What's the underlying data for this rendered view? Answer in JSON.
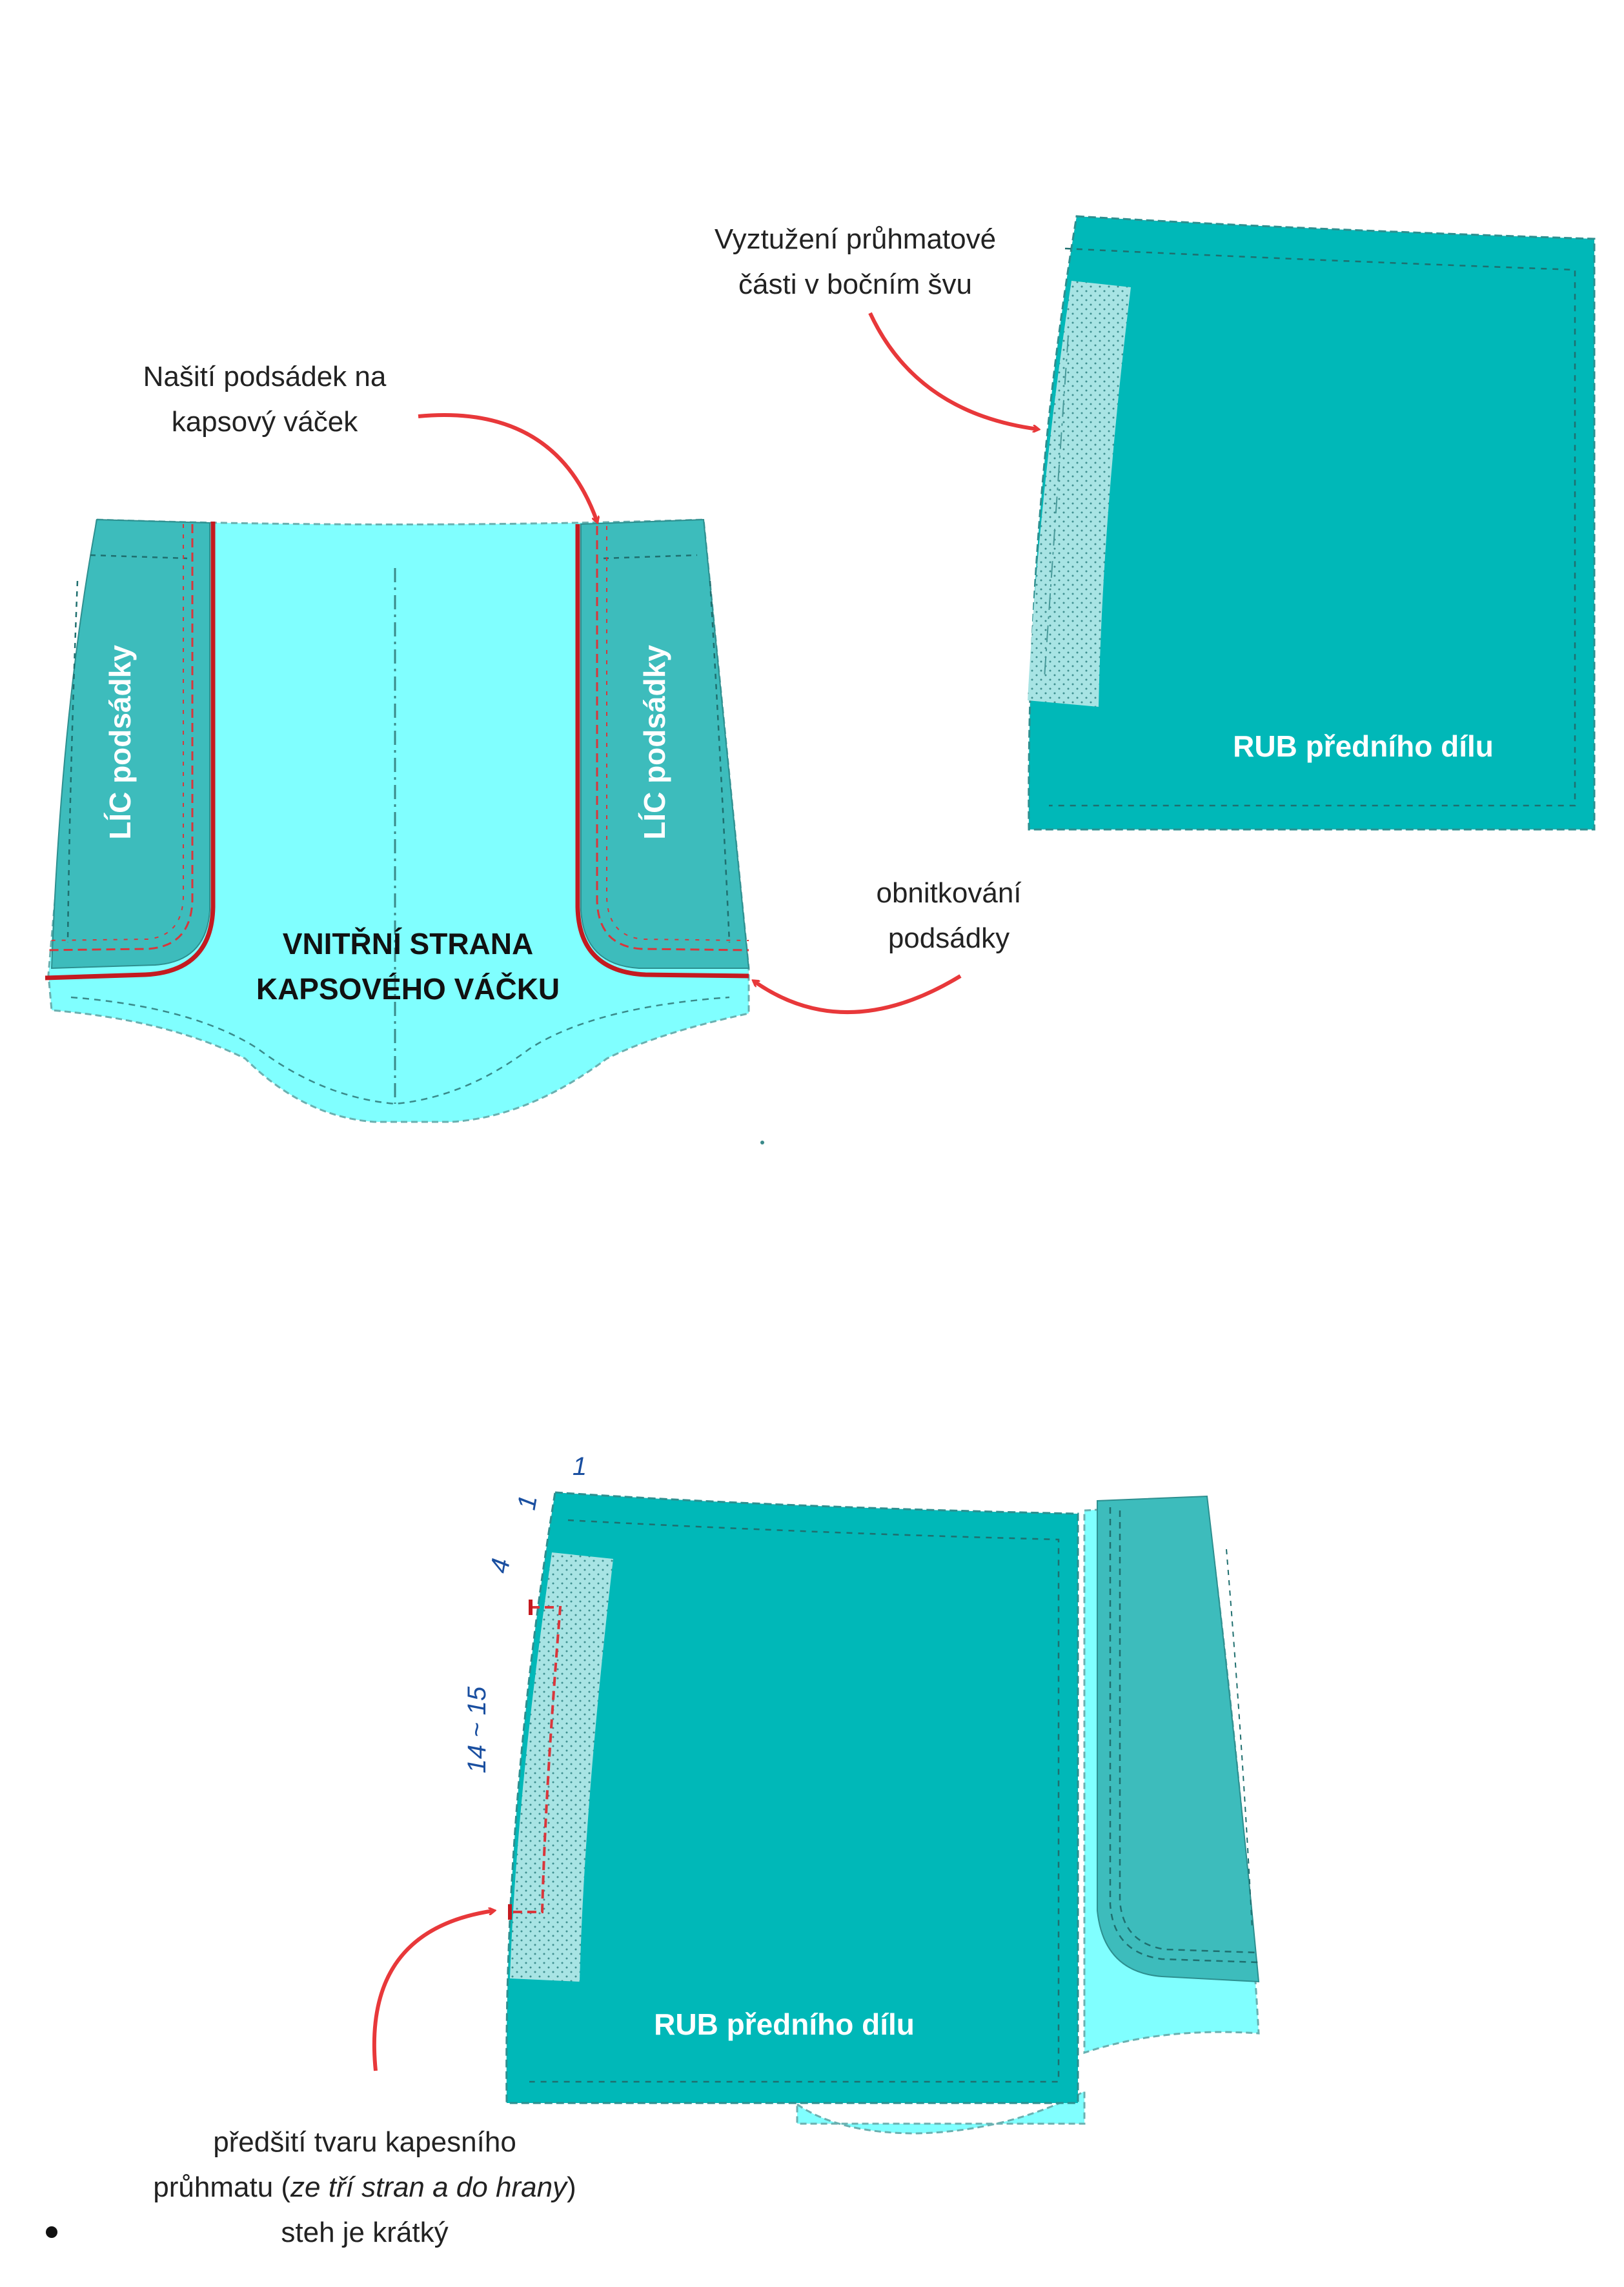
{
  "labels": {
    "nasiti": [
      "Našití podsádek na",
      "kapsový váček"
    ],
    "vyztuzeni": [
      "Vyztužení průhmatové",
      "části v bočním švu"
    ],
    "obnitkovani": [
      "obnitkování",
      "podsádky"
    ],
    "lic_podsadky": "LÍC  podsádky",
    "vnitrni": [
      "VNITŘNÍ STRANA",
      "KAPSOVÉHO VÁČKU"
    ],
    "rub_top": "RUB předního dílu",
    "rub_bottom": "RUB předního dílu",
    "predsiti": [
      "předšití tvaru kapesního",
      "průhmatu (",
      "ze tří stran a do hrany",
      ")",
      "steh je krátký"
    ]
  },
  "measurements": [
    "1",
    "1",
    "4",
    "14 ~ 15"
  ],
  "colors": {
    "teal": "#00b8b8",
    "teal_dark": "#3dbcbc",
    "light_cyan": "#80ffff",
    "red": "#e8383a",
    "blue_text": "#1a4fa0"
  }
}
